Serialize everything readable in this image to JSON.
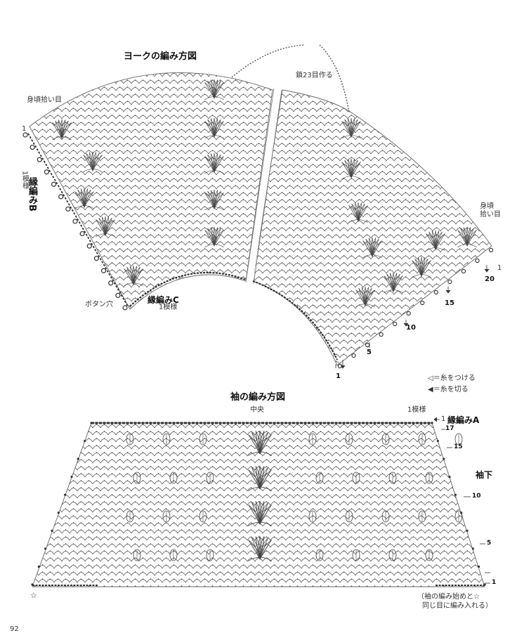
{
  "yoke": {
    "title": "ヨークの編み方図",
    "chain_label": "鎖23目作る",
    "pickup_left": "身頃拾い目",
    "pickup_right_1": "身頃",
    "pickup_right_2": "拾い目",
    "edging_b": "縁編みB",
    "edging_b_repeat": "1模様",
    "edging_c": "縁編みC",
    "edging_c_repeat": "1模様",
    "buttonhole": "ボタン穴",
    "row_numbers": [
      "1",
      "5",
      "10",
      "15",
      "20"
    ],
    "row_start_left": "1"
  },
  "legend": {
    "attach_symbol": "◁",
    "attach_text": "＝糸をつける",
    "cut_symbol": "◀",
    "cut_text": "＝糸を切る"
  },
  "sleeve": {
    "title": "袖の編み方図",
    "center_label": "中央",
    "repeat_label": "1模様",
    "edging_a": "縁編みA",
    "underarm": "袖下",
    "row_numbers": [
      "1",
      "5",
      "10",
      "15",
      "17"
    ],
    "edging_row": "1",
    "star_left": "☆",
    "note_line1": "（袖の編み始めと☆",
    "note_line2": "同じ目に編み入れる）"
  },
  "page_number": "92",
  "colors": {
    "ink": "#333333",
    "paper": "#ffffff"
  }
}
